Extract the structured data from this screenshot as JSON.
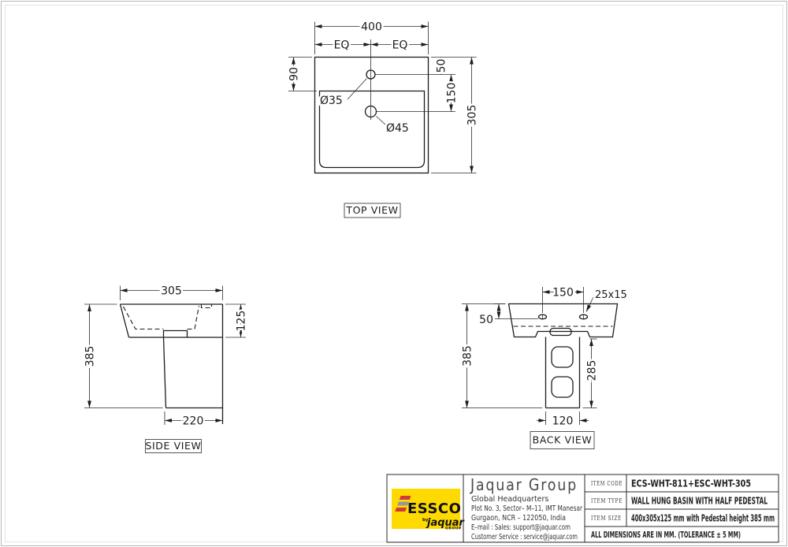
{
  "drawing": {
    "top_view": {
      "label": "TOP VIEW",
      "dim_width": "400",
      "dim_eq_left": "EQ",
      "dim_eq_right": "EQ",
      "dim_rim": "90",
      "dim_tap_offset": "50",
      "dim_tap_to_drain": "150",
      "dim_depth": "305",
      "tap_hole": "Ø35",
      "drain_hole": "Ø45"
    },
    "side_view": {
      "label": "SIDE VIEW",
      "dim_depth": "305",
      "dim_basin_height": "125",
      "dim_total_height": "385",
      "dim_pedestal_depth": "220"
    },
    "back_view": {
      "label": "BACK VIEW",
      "dim_slot_spacing": "150",
      "dim_slot_size": "25x15",
      "dim_slot_offset": "50",
      "dim_total_height": "385",
      "dim_pedestal_height": "285",
      "dim_pedestal_width": "120"
    }
  },
  "title_block": {
    "logo": {
      "brand": "ESSCO",
      "by": "by",
      "sub_brand": "jaquar",
      "sub_brand_group": "GROUP",
      "bg": "#FFDA00",
      "stripe_red": "#CE3B3B",
      "stripe_grey": "#98989B"
    },
    "company": {
      "name": "Jaquar Group",
      "address_lines": [
        "Global Headquarters",
        "Plot No. 3, Sector– M–11, IMT Manesar",
        "Gurgaon, NCR – 122050, India",
        "E–mail : Sales: support@jaquar.com",
        "Customer Service : service@jaquar.com"
      ]
    },
    "rows": [
      {
        "label": "ITEM CODE",
        "value": "ECS-WHT-811+ESC-WHT-305"
      },
      {
        "label": "ITEM TYPE",
        "value": "WALL HUNG BASIN WITH HALF PEDESTAL"
      },
      {
        "label": "ITEM SIZE",
        "value": "400x305x125 mm with Pedestal height 385 mm"
      }
    ],
    "footer": "ALL DIMENSIONS ARE IN MM. (TOLERANCE ± 5 MM)"
  }
}
